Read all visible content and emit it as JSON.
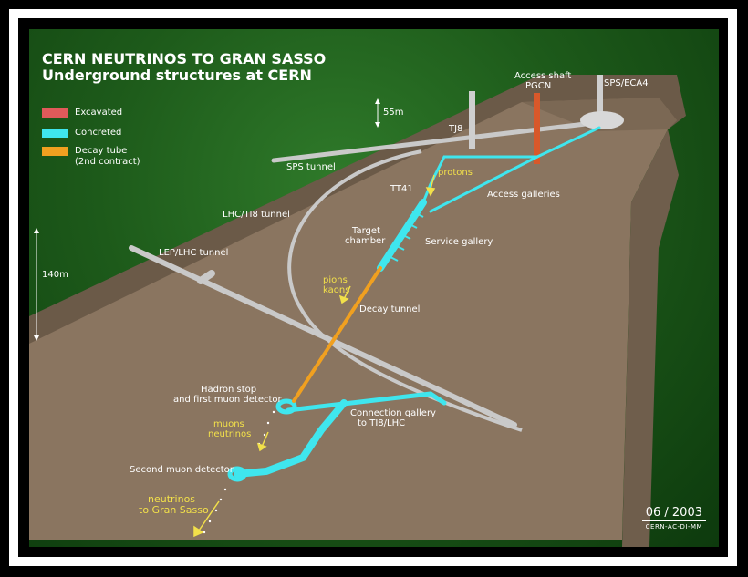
{
  "title_line1": "CERN NEUTRINOS TO GRAN SASSO",
  "title_line2": "Underground structures at CERN",
  "legend": [
    {
      "label": "Excavated",
      "color": "#e05a5a"
    },
    {
      "label": "Concreted",
      "color": "#3fe6ee"
    },
    {
      "label": "Decay tube",
      "sub": "(2nd contract)",
      "color": "#f0a020"
    }
  ],
  "labels": {
    "access_shaft": "Access shaft",
    "pgcn": "PGCN",
    "sps_eca4": "SPS/ECA4",
    "depth_55": "55m",
    "tj8": "TJ8",
    "sps_tunnel": "SPS tunnel",
    "protons": "protons",
    "tt41": "TT41",
    "access_galleries": "Access galleries",
    "lhc_ti8": "LHC/TI8 tunnel",
    "target_chamber_1": "Target",
    "target_chamber_2": "chamber",
    "service_gallery": "Service gallery",
    "lep_lhc": "LEP/LHC tunnel",
    "depth_140": "140m",
    "pions": "pions",
    "kaons": "kaons",
    "decay_tunnel": "Decay tunnel",
    "hadron_stop_1": "Hadron stop",
    "hadron_stop_2": "and first muon detector",
    "muons": "muons",
    "neutrinos_small": "neutrinos",
    "connection_1": "Connection gallery",
    "connection_2": "to TI8/LHC",
    "second_muon": "Second muon detector",
    "neutrinos_big_1": "neutrinos",
    "neutrinos_big_2": "to Gran Sasso"
  },
  "stamp": {
    "date": "06 / 2003",
    "ref": "CERN-AC-DI-MM"
  },
  "colors": {
    "concreted": "#3fe6ee",
    "excavated": "#d8582a",
    "decay": "#f0a020",
    "rock": "#8a7560",
    "tunnel": "#c9c9c9"
  }
}
